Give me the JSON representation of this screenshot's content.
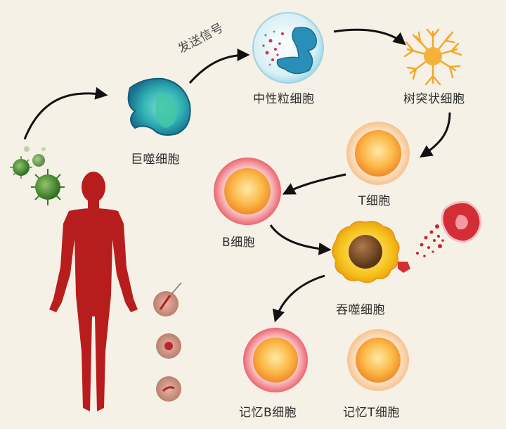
{
  "labels": {
    "send_signal": "发送信号",
    "macrophage": "巨噬细胞",
    "neutrophil": "中性粒细胞",
    "dendritic": "树突状细胞",
    "t_cell": "T细胞",
    "b_cell": "B细胞",
    "phagocyte": "吞噬细胞",
    "memory_b": "记忆B细胞",
    "memory_t": "记忆T细胞"
  },
  "colors": {
    "background": "#f6f1e6",
    "arrow": "#111111",
    "human": "#b81d1d",
    "virus": "#3f8a2e",
    "lymphocyte_core": "#f6a533",
    "lymphocyte_ring": "#fbd3a6",
    "b_cell_ring": "#f07a82",
    "macrophage": "#2f9fb8",
    "neutrophil_body": "#d9f1f6",
    "dendritic": "#f5b23a",
    "phagocyte": "#f1b21a",
    "debris": "#d32d35"
  }
}
